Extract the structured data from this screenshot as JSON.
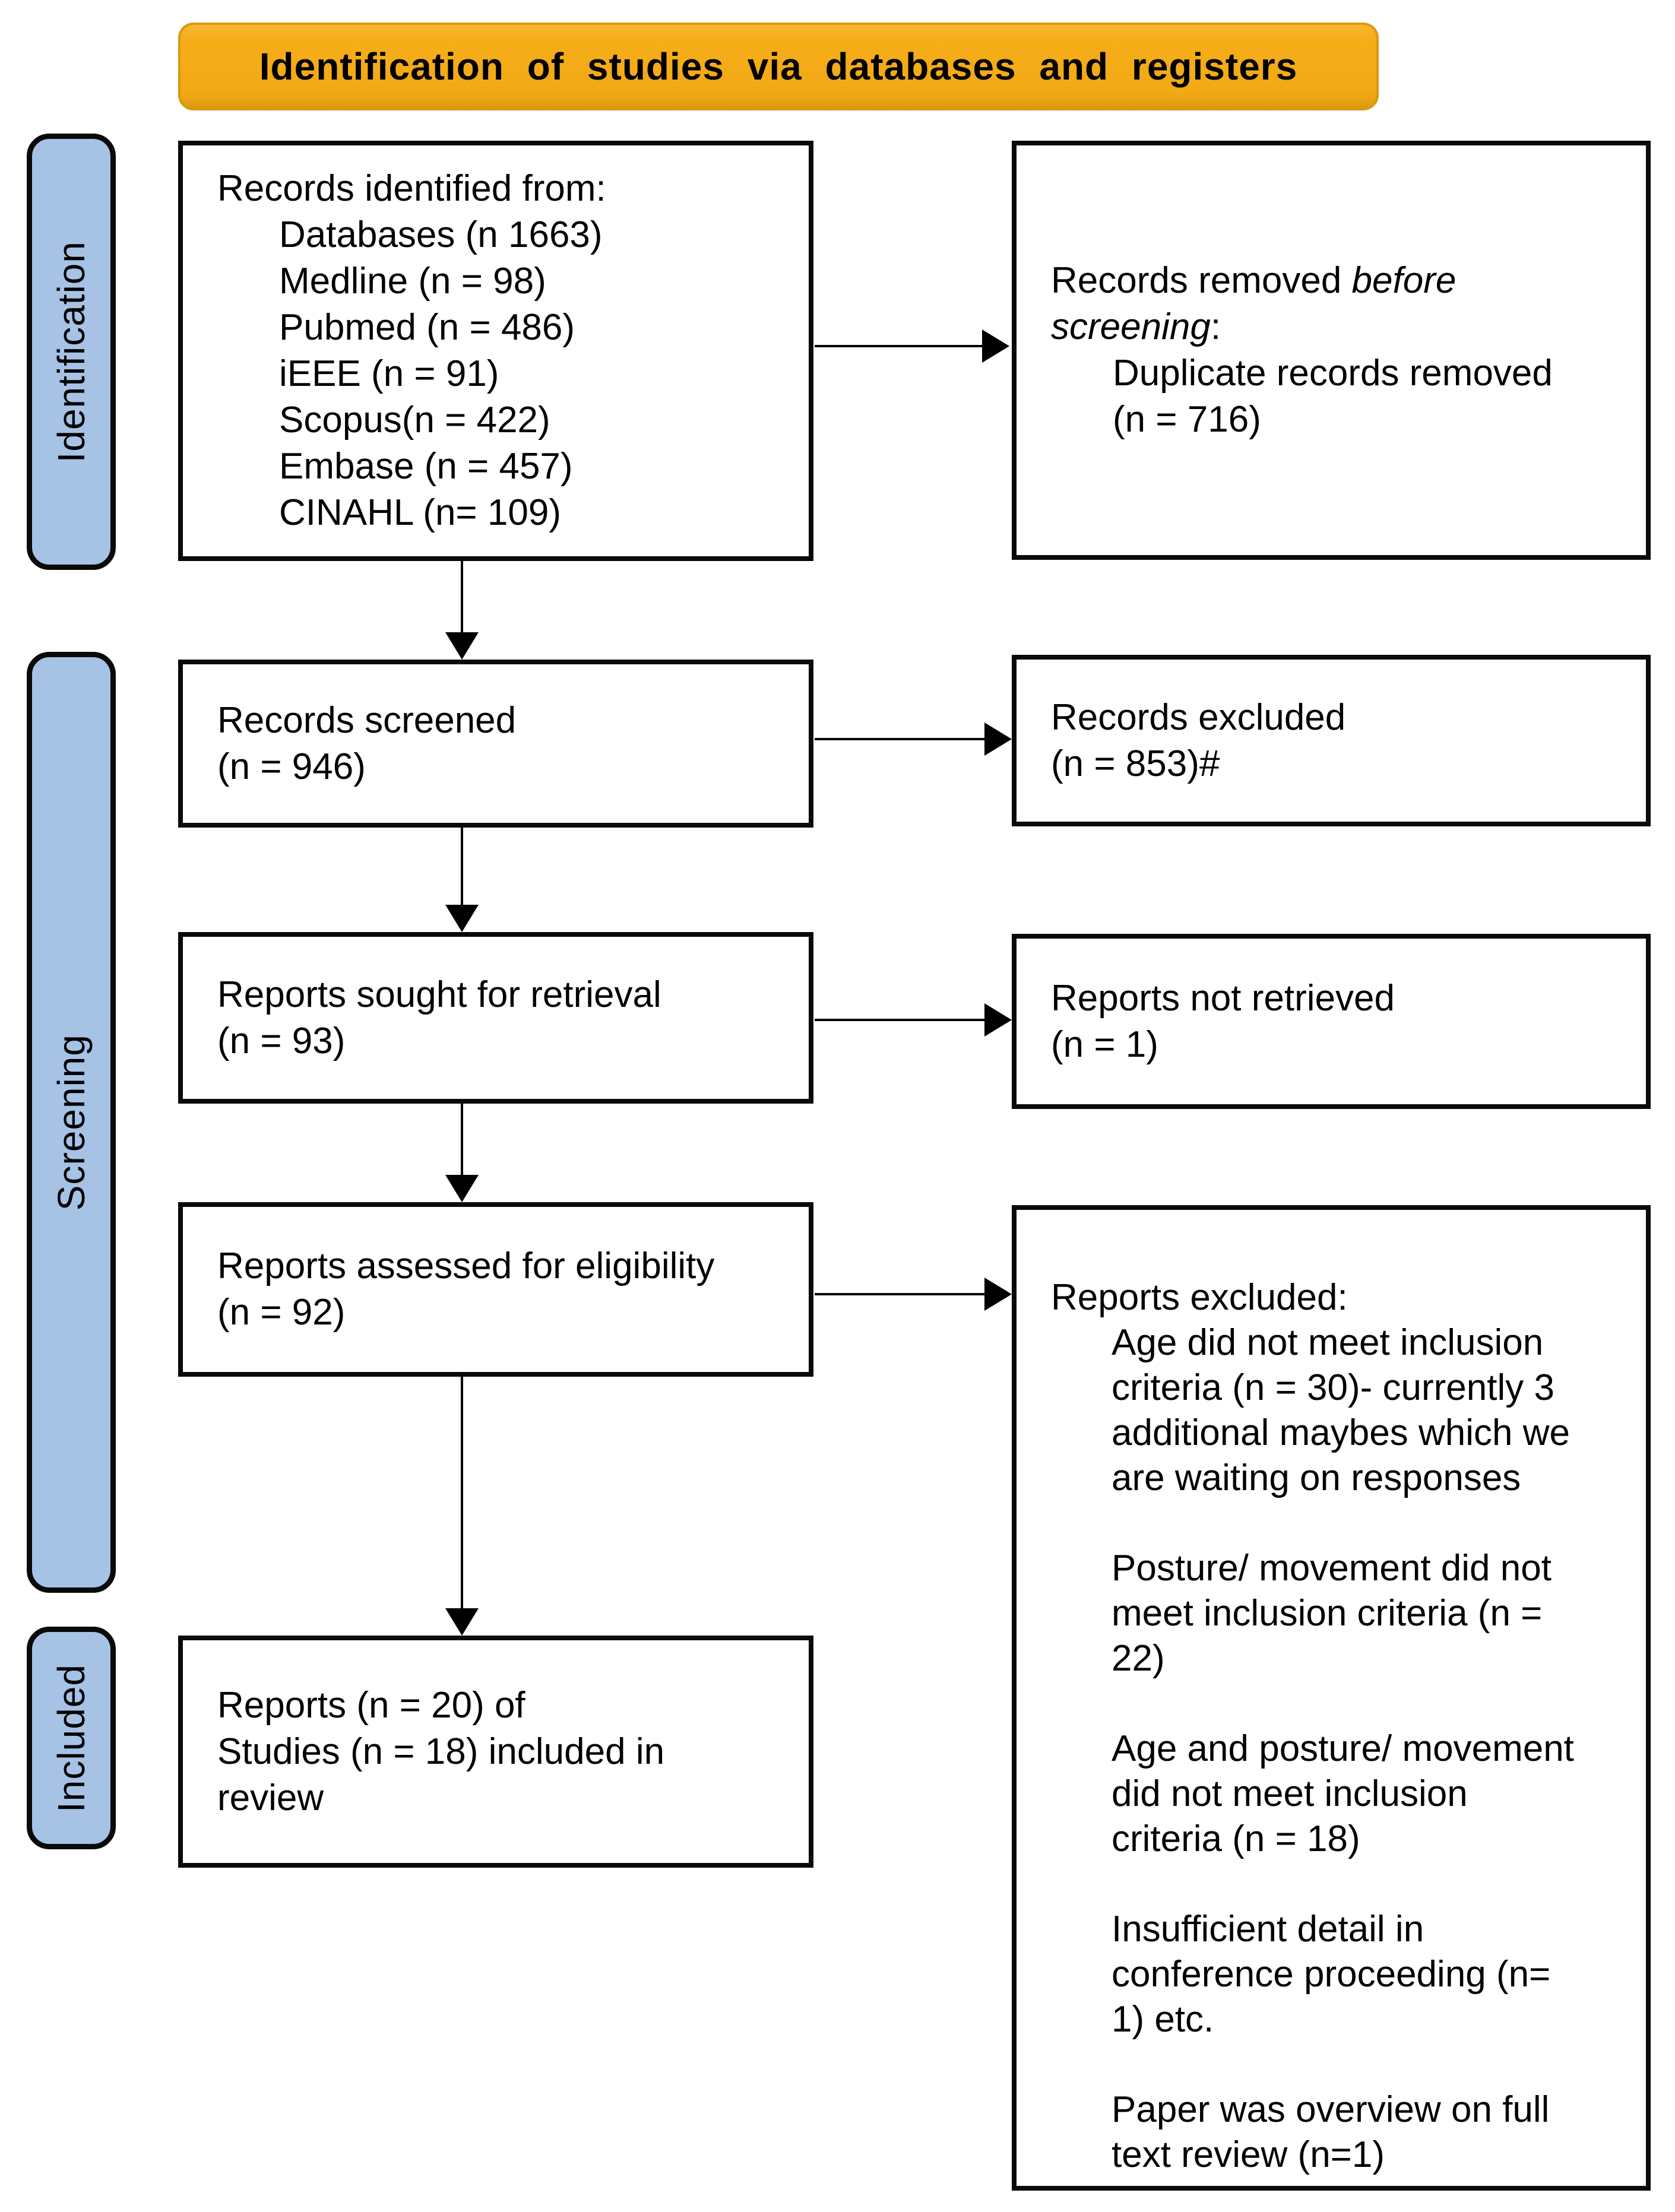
{
  "banner": {
    "title": "Identification of studies via databases and registers"
  },
  "stages": [
    {
      "label": "Identification"
    },
    {
      "label": "Screening"
    },
    {
      "label": "Included"
    }
  ],
  "flow": {
    "identified": {
      "title": "Records identified from:",
      "items": [
        "Databases (n 1663)",
        "Medline (n = 98)",
        "Pubmed (n = 486)",
        "iEEE (n = 91)",
        "Scopus(n = 422)",
        "Embase (n = 457)",
        "CINAHL (n= 109)"
      ]
    },
    "screened": {
      "lines": [
        "Records screened",
        "(n = 946)"
      ]
    },
    "sought": {
      "lines": [
        "Reports sought for retrieval",
        "(n = 93)"
      ]
    },
    "assessed": {
      "lines": [
        "Reports assessed for eligibility",
        "(n = 92)"
      ]
    },
    "included": {
      "lines": [
        "Reports (n = 20) of",
        "Studies (n = 18) included in",
        "review"
      ]
    }
  },
  "exclusions": {
    "removed_before": {
      "prefix": "Records removed ",
      "italic": "before screening",
      "suffix": ":",
      "items": [
        "Duplicate records removed",
        "(n = 716)"
      ]
    },
    "records_excluded": {
      "lines": [
        "Records excluded",
        "(n = 853)#"
      ]
    },
    "not_retrieved": {
      "lines": [
        "Reports not retrieved",
        "(n = 1)"
      ]
    },
    "reports_excluded": {
      "title": "Reports excluded:",
      "reasons": [
        "Age did not meet inclusion criteria (n = 30)- currently 3 additional maybes which we are waiting on responses",
        "Posture/ movement did not meet inclusion criteria (n = 22)",
        "Age and posture/ movement did not meet inclusion criteria (n = 18)",
        "Insufficient detail in conference proceeding (n= 1) etc.",
        "Paper was overview on full text review (n=1)"
      ]
    }
  },
  "colors": {
    "banner_bg": "#F5AD18",
    "banner_border": "#D9990F",
    "stage_bg": "#A6C3E6",
    "box_border": "#0A0A0A",
    "arrow": "#000000"
  }
}
